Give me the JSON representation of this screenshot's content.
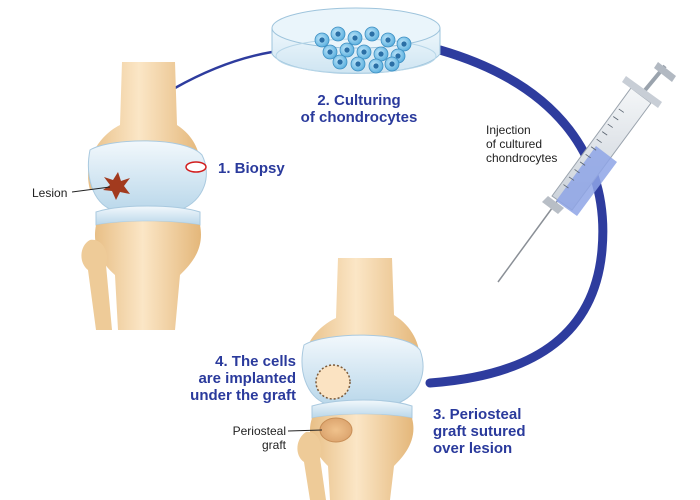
{
  "steps": {
    "biopsy": "1. Biopsy",
    "culturing": [
      "2. Culturing",
      "of chondrocytes"
    ],
    "periosteal": [
      "3. Periosteal",
      "graft sutured",
      "over lesion"
    ],
    "implanted": [
      "4. The cells",
      "are implanted",
      "under the graft"
    ]
  },
  "annotations": {
    "lesion": "Lesion",
    "injection": [
      "Injection",
      "of cultured",
      "chondrocytes"
    ],
    "periosteal_graft": [
      "Periosteal",
      "graft"
    ]
  },
  "colors": {
    "cycle_arrow": "#2e3c9e",
    "label_text": "#2a3a9c",
    "bone": "#f3d6a8",
    "cartilage": "#cfe4f2",
    "lesion": "#a23a1e",
    "cells": "#4aa3d8"
  }
}
